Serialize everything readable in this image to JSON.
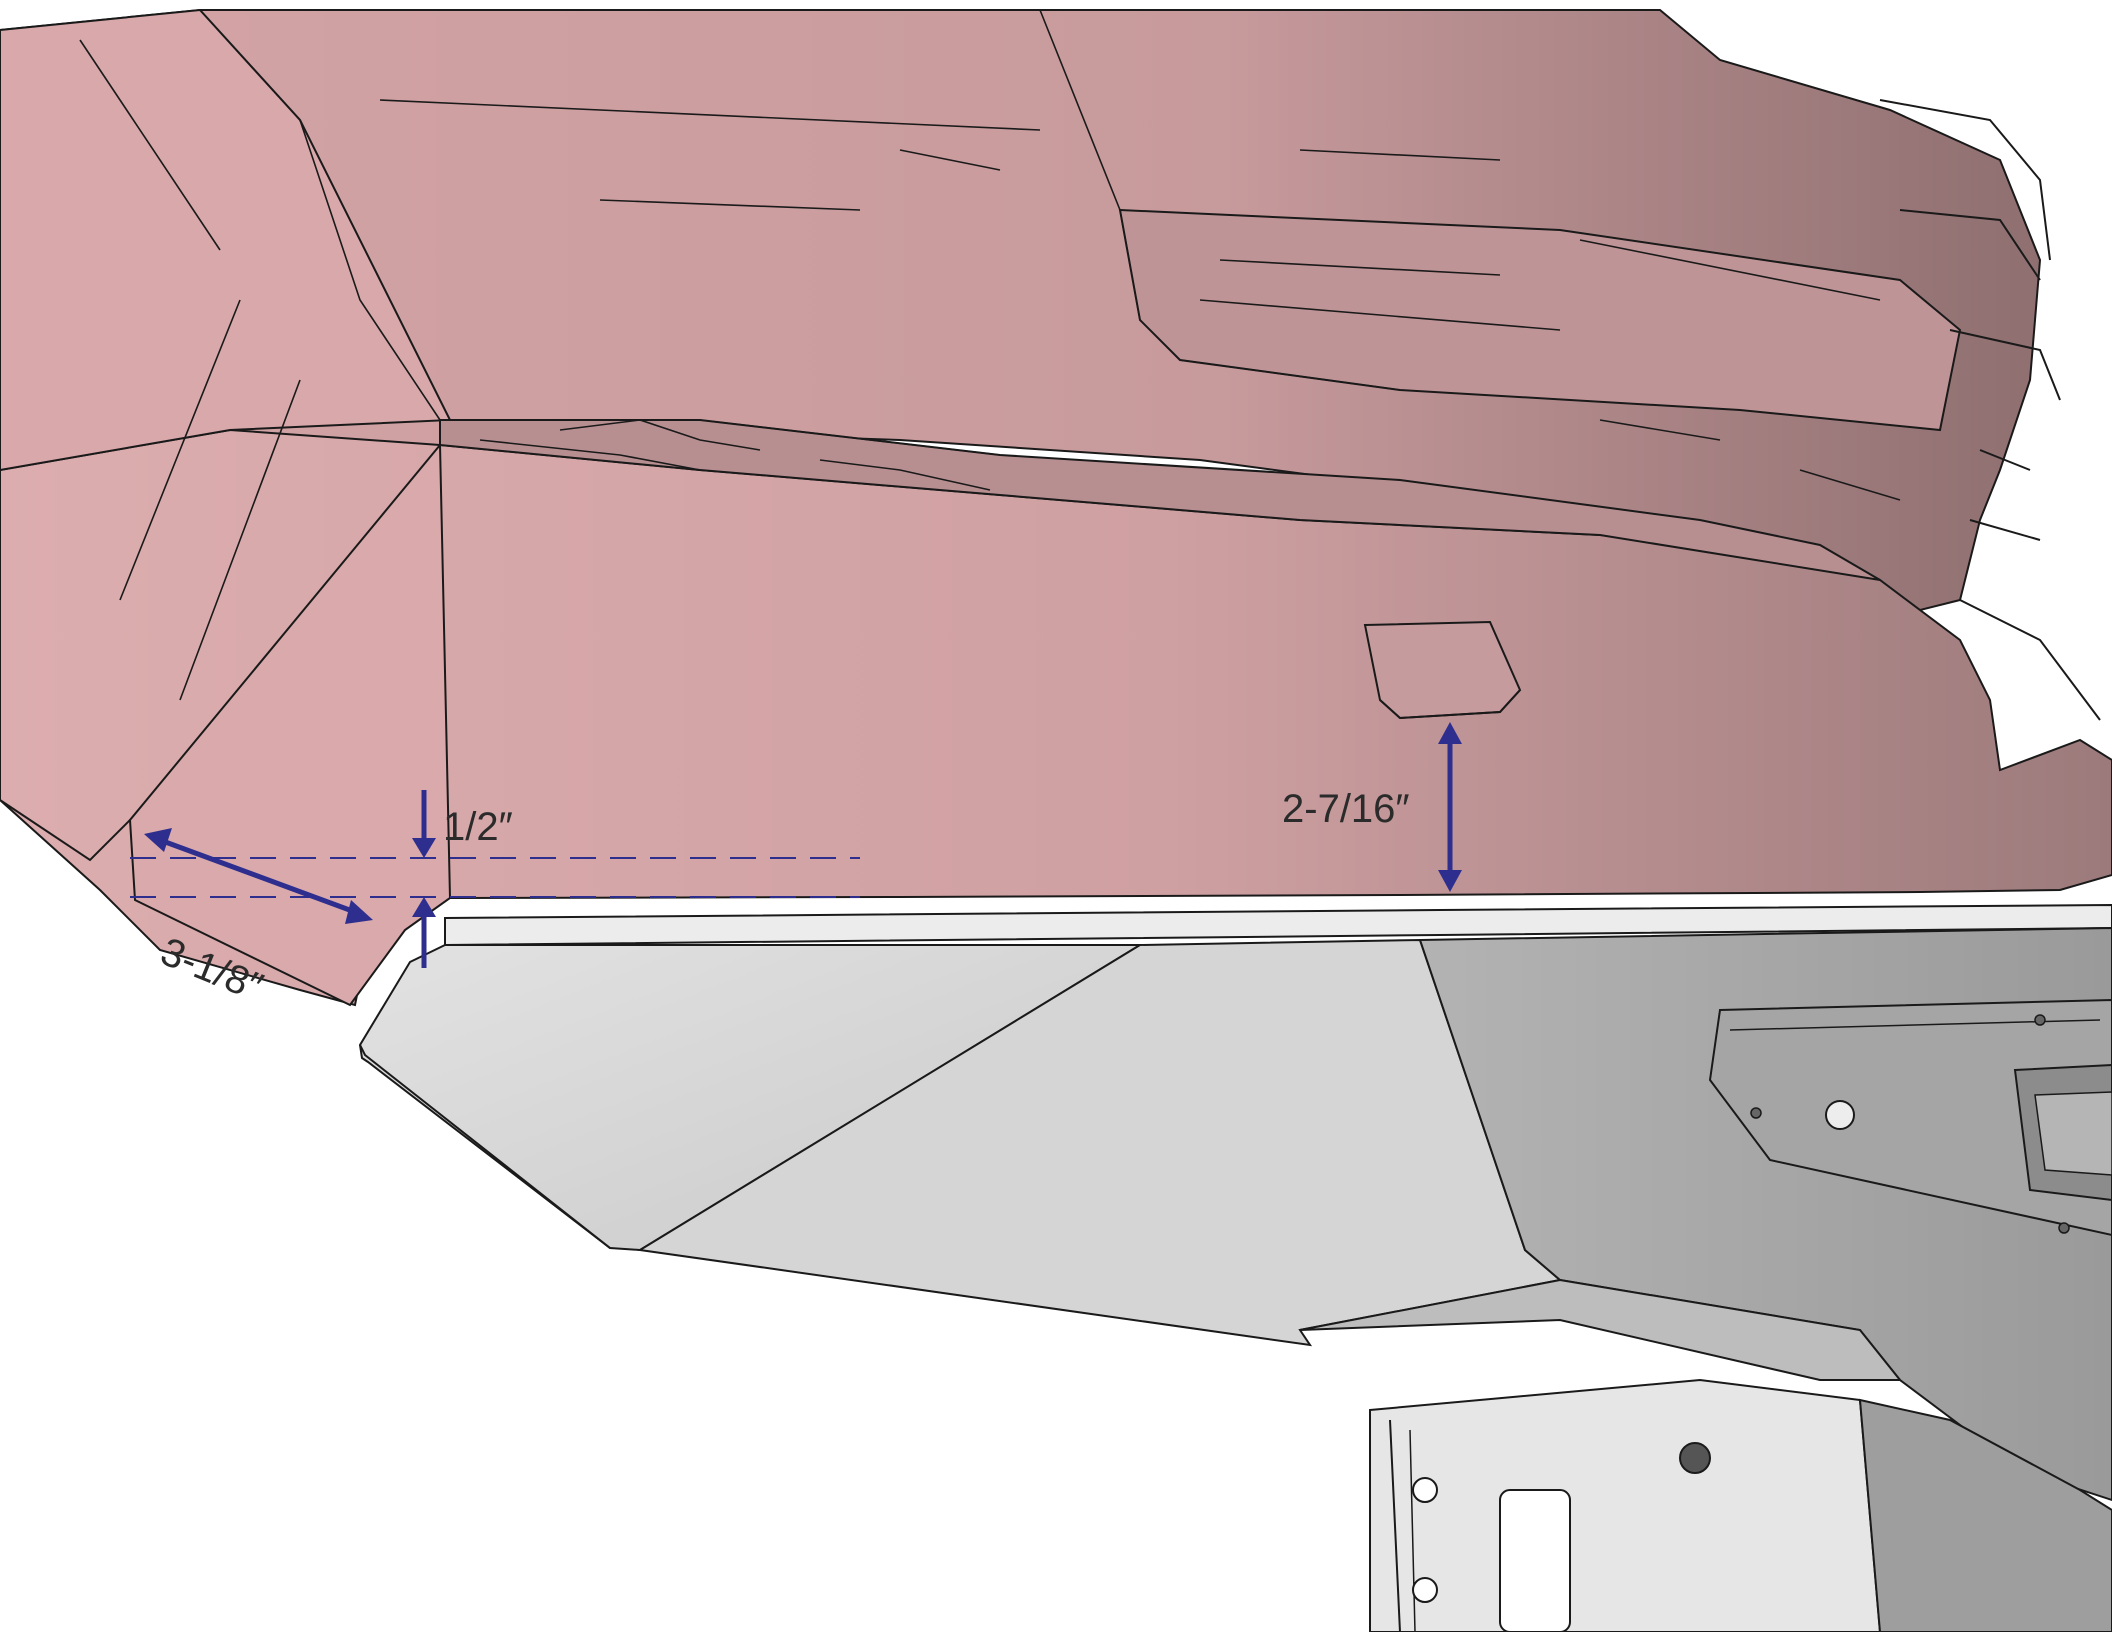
{
  "dimensions": {
    "half_inch_label": "1/2″",
    "diagonal_label": "3-1/8″",
    "clearance_label": "2-7/16″"
  },
  "colors": {
    "dimension_line": "#2e2e8f",
    "bumper_cover": "#d6a7a9",
    "bumper_cover_shadow": "#a37e80",
    "steel_panel_light": "#dcdcdc",
    "steel_panel_mid": "#c8c8c8",
    "steel_panel_dark": "#a6a6a6",
    "outline": "#1a1a1a"
  }
}
